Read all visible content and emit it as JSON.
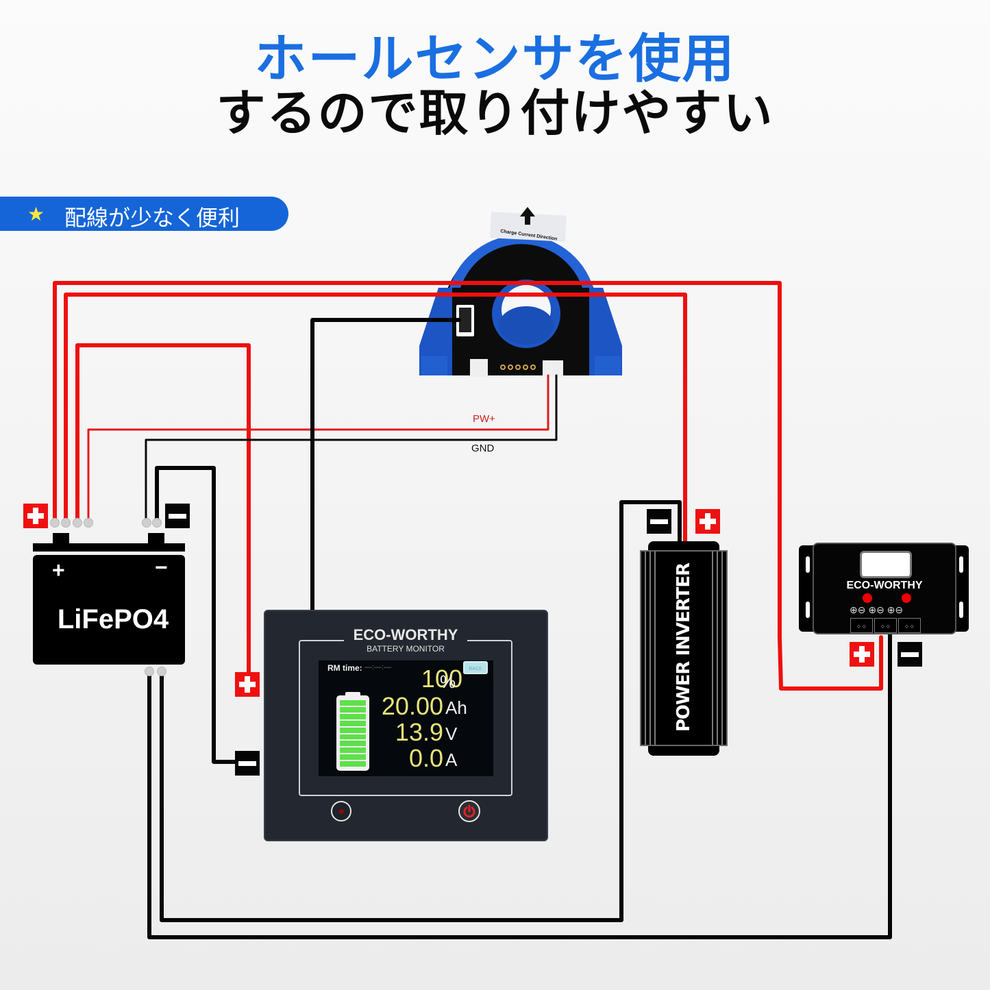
{
  "headline": {
    "line1": "ホールセンサを使用",
    "line2": "するので取り付けやすい",
    "line1_color": "#1a6fe0",
    "line2_color": "#0a0a0a"
  },
  "feature_badge": {
    "icon": "star-icon",
    "text": "配線が少なく便利",
    "background": "#1565d8"
  },
  "hall_sensor": {
    "sticker_text": "Charge Current Direction",
    "arrow": "up-arrow-icon"
  },
  "wire_labels": {
    "pw_plus": "PW+",
    "gnd": "GND"
  },
  "terminal_signs": {
    "plus": "+",
    "minus": "−"
  },
  "battery": {
    "label": "LiFePO4",
    "plus": "+",
    "minus": "−"
  },
  "monitor": {
    "brand": "ECO-WORTHY",
    "subtitle": "BATTERY MONITOR",
    "rm_time_label": "RM time:",
    "rm_time_value": "—:—:—",
    "back_button": "BACK",
    "readings": [
      {
        "value": "100",
        "unit": "%"
      },
      {
        "value": "20.00",
        "unit": "Ah"
      },
      {
        "value": "13.9",
        "unit": "V"
      },
      {
        "value": "0.0",
        "unit": "A"
      }
    ],
    "battery_level_bars": 10,
    "battery_level_fraction": 1.0,
    "value_color": "#e8e47a",
    "level_color": "#5ee04a"
  },
  "inverter": {
    "label": "POWER INVERTER"
  },
  "charge_controller": {
    "brand": "ECO-WORTHY",
    "terminal_symbols": "⊕⊖ ⊕⊖ ⊕⊖",
    "terminals": [
      "○ ○",
      "○ ○",
      "○ ○"
    ]
  },
  "colors": {
    "positive_wire": "#ee0f0f",
    "negative_wire": "#050505",
    "sensor_blue": "#1d55c4"
  }
}
